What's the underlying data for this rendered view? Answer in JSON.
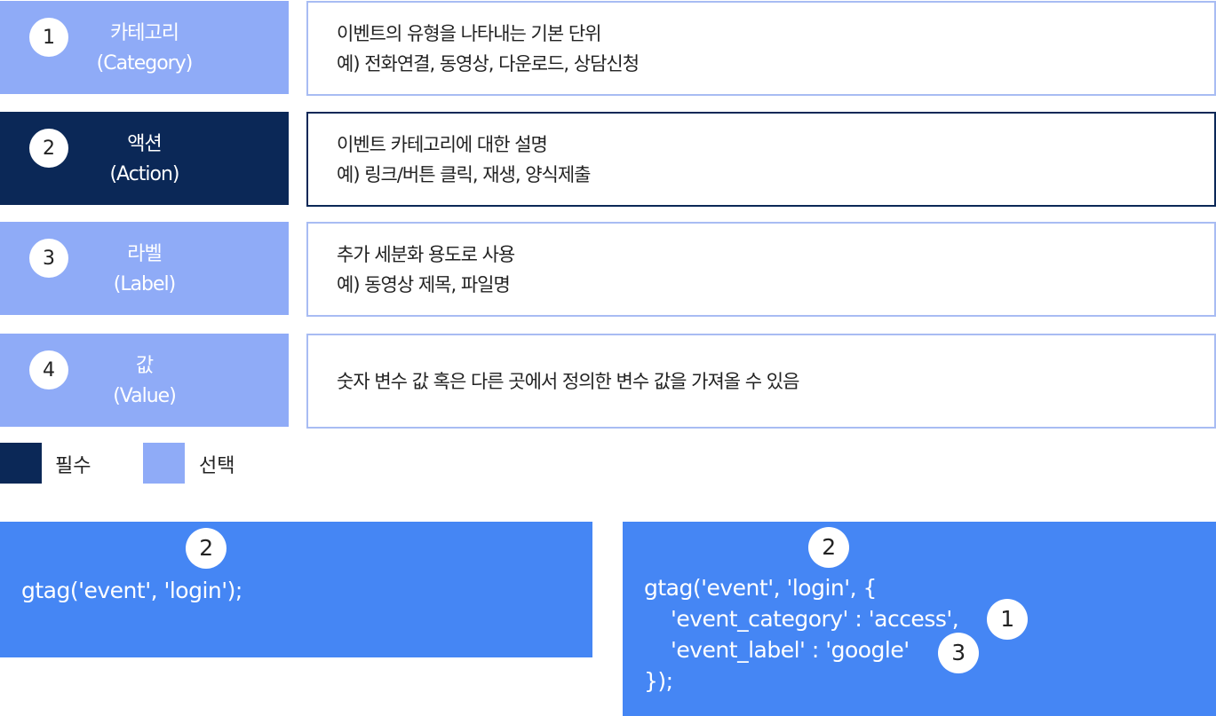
{
  "rows": [
    {
      "number": "1",
      "name": "카테고리",
      "name_en": "(Category)",
      "kind": "optional",
      "desc1": "이벤트의 유형을 나타내는 기본 단위",
      "desc2": "예) 전화연결, 동영상, 다운로드, 상담신청"
    },
    {
      "number": "2",
      "name": "액션",
      "name_en": "(Action)",
      "kind": "required",
      "desc1": "이벤트 카테고리에 대한 설명",
      "desc2": "예) 링크/버튼 클릭, 재생, 양식제출"
    },
    {
      "number": "3",
      "name": "라벨",
      "name_en": "(Label)",
      "kind": "optional",
      "desc1": "추가 세분화 용도로 사용",
      "desc2": "예) 동영상 제목, 파일명"
    },
    {
      "number": "4",
      "name": "값",
      "name_en": "(Value)",
      "kind": "optional",
      "desc1": "숫자 변수 값 혹은 다른 곳에서 정의한 변수 값을 가져올 수 있음"
    }
  ],
  "legend": {
    "required_label": "필수",
    "optional_label": "선택",
    "required_color": "#0b2857",
    "optional_color": "#8fabf7"
  },
  "code_left": {
    "badge": "2",
    "line1": "gtag('event', 'login');"
  },
  "code_right": {
    "badge_top": "2",
    "line1": "gtag('event', 'login', {",
    "line2": "'event_category' : 'access',",
    "line3": "'event_label' : 'google'",
    "line4": "});",
    "badge_line2": "1",
    "badge_line3": "3"
  },
  "colors": {
    "code_panel": "#4586f4",
    "desc_border": "#a8bcf3"
  }
}
